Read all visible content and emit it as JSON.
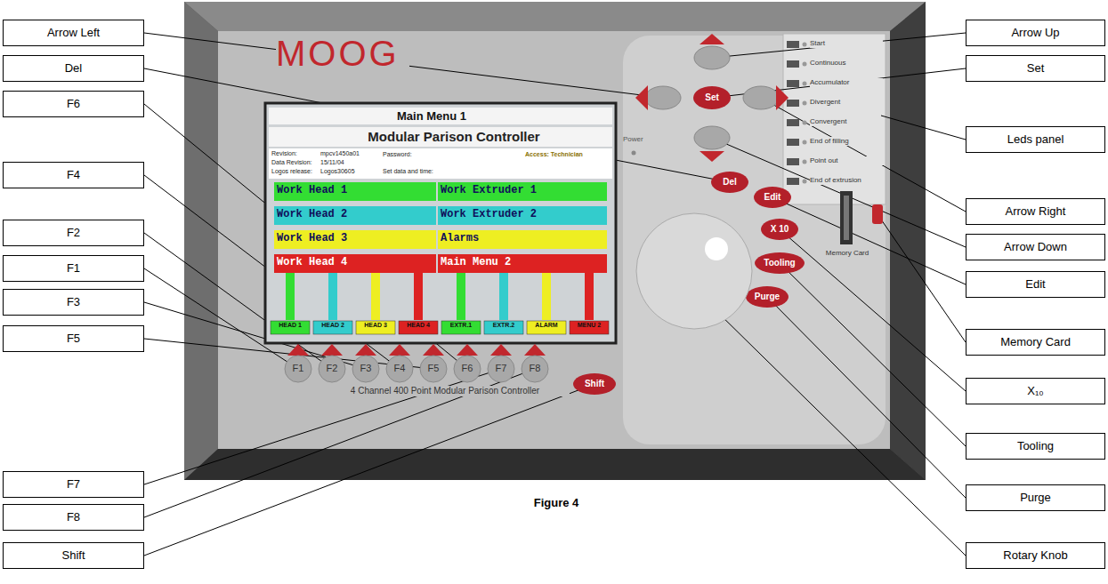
{
  "diagram": {
    "caption": "Figure 4",
    "nodes": [
      {
        "text": [
          "Arrow Left"
        ]
      },
      {
        "text": [
          "Del"
        ]
      },
      {
        "text": [
          "F6"
        ]
      },
      {
        "text": [
          "F4"
        ]
      },
      {
        "text": [
          "F2"
        ]
      },
      {
        "text": [
          "F1"
        ]
      },
      {
        "text": [
          "F3"
        ]
      },
      {
        "text": [
          "F5"
        ]
      },
      {
        "text": [
          "F7"
        ]
      },
      {
        "text": [
          "F8"
        ]
      },
      {
        "text": [
          "Shift"
        ]
      },
      {
        "text": [
          "Arrow Up"
        ]
      },
      {
        "text": [
          "Set"
        ]
      },
      {
        "text": [
          "Leds panel"
        ]
      },
      {
        "text": [
          "Arrow Right"
        ]
      },
      {
        "text": [
          "Arrow Down"
        ]
      },
      {
        "text": [
          "Edit"
        ]
      },
      {
        "text": [
          "Memory Card"
        ]
      },
      {
        "text": [
          "X₁₀"
        ]
      },
      {
        "text": [
          "Tooling"
        ]
      },
      {
        "text": [
          "Purge"
        ]
      },
      {
        "text": [
          "Rotary Knob"
        ]
      }
    ],
    "labels": [
      "MOOG",
      "Main Menu 1",
      "Modular Parison Controller",
      "Revision:",
      "mpcv1450a01",
      "Data Revision:",
      "15/11/04",
      "Logos release:",
      "Logos30605",
      "Password:",
      "Access: Technician",
      "Set data and time:",
      "Work Head 1",
      "Work Extruder 1",
      "Work Head 2",
      "Work Extruder 2",
      "Work Head 3",
      "Alarms",
      "Work Head 4",
      "Main Menu 2",
      "HEAD 1",
      "HEAD 2",
      "HEAD 3",
      "HEAD 4",
      "EXTR.1",
      "EXTR.2",
      "ALARM",
      "MENU 2",
      "F1",
      "F2",
      "F3",
      "F4",
      "F5",
      "F6",
      "F7",
      "F8",
      "4 Channel 400 Point Modular Parison Controller",
      "Shift",
      "Set",
      "Del",
      "Edit",
      "X 10",
      "Tooling",
      "Purge",
      "Power",
      "Start",
      "Continuous",
      "Accumulator",
      "Divergent",
      "Convergent",
      "End of filling",
      "Point out",
      "End of extrusion",
      "Memory Card"
    ]
  }
}
